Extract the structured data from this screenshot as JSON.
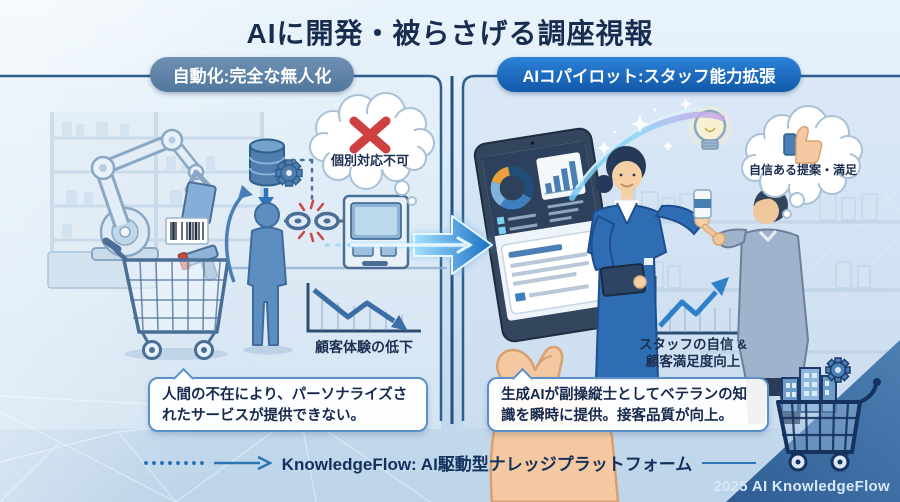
{
  "title": "AIに開発・被らさげる調座視報",
  "left_panel": {
    "header": "自動化:完全な無人化",
    "thought_bubble": "個別対応不可",
    "chart_caption": "顧客体験の低下",
    "summary": "人間の不在により、パーソナライズされたサービスが提供できない。"
  },
  "right_panel": {
    "header": "AIコパイロット:スタッフ能力拡張",
    "thought_bubble": "自信ある提案・満足",
    "chart_caption_line1": "スタッフの自信 &",
    "chart_caption_line2": "顧客満足度向上",
    "summary": "生成AIが副操縦士としてベテランの知識を瞬時に提供。接客品質が向上。"
  },
  "footer": {
    "tagline": "KnowledgeFlow: AI駆動型ナレッジプラットフォーム",
    "credit": "2025 AI KnowledgeFlow"
  },
  "icons": {
    "x-icon": "✕",
    "thumbs-up-icon": "👍",
    "lightbulb-icon": "💡",
    "decline-chart-icon": "📉",
    "growth-chart-icon": "📈",
    "arrow-right-icon": "→",
    "shopping-cart-icon": "🛒",
    "database-icon": "🗄",
    "gear-icon": "⚙",
    "broken-chain-icon": "⛓",
    "robot-arm-icon": "🦾",
    "kiosk-icon": "🖥",
    "tablet-icon": "📱",
    "sparkle-icon": "✦"
  },
  "colors": {
    "title_text": "#182c50",
    "left_header_bg": "#5f82a6",
    "right_header_bg": "#1e6bc0",
    "panel_border": "#2d5f8e",
    "error_red": "#cf4040",
    "success_blue": "#2e80c8",
    "caption_border": "#5a8fc7",
    "corner_banner_bg": "#3d6da4",
    "footer_text": "#14305c"
  }
}
